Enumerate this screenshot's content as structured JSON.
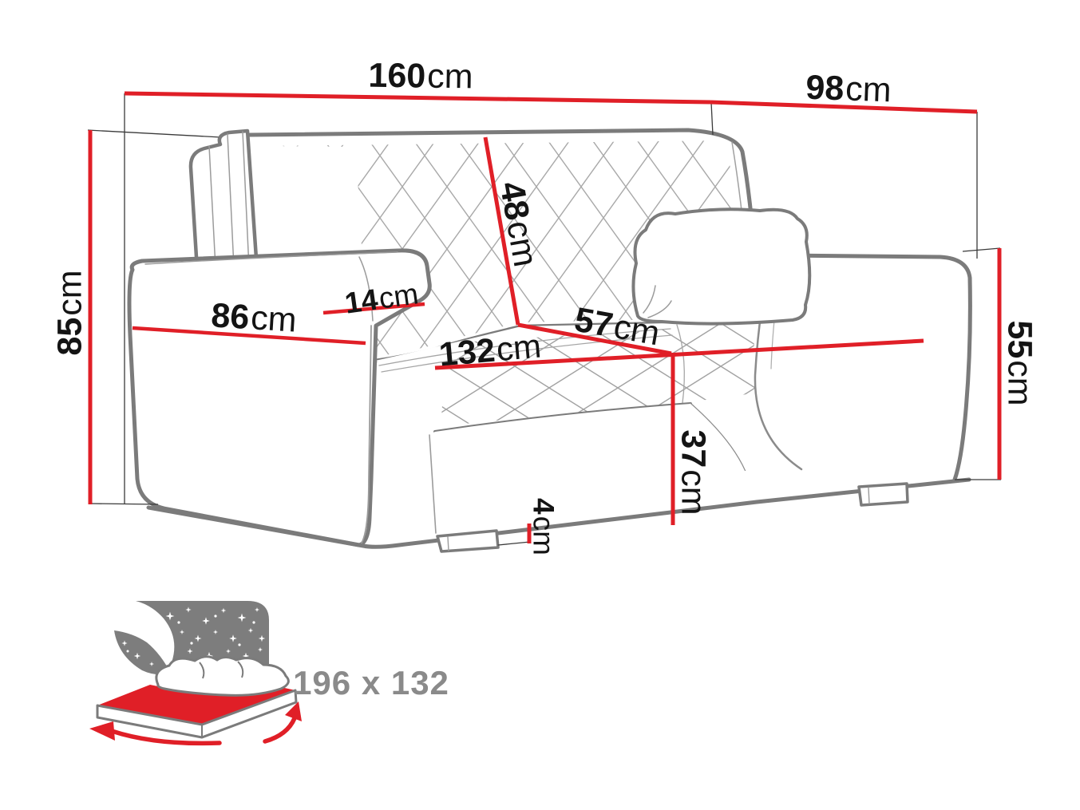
{
  "diagram": {
    "dims": {
      "total_width": {
        "value": "160",
        "unit": "cm"
      },
      "total_depth": {
        "value": "98",
        "unit": "cm"
      },
      "total_height": {
        "value": "85",
        "unit": "cm"
      },
      "backrest_height": {
        "value": "48",
        "unit": "cm"
      },
      "armrest_width": {
        "value": "14",
        "unit": "cm"
      },
      "armrest_depth": {
        "value": "86",
        "unit": "cm"
      },
      "seat_width": {
        "value": "132",
        "unit": "cm"
      },
      "seat_depth": {
        "value": "57",
        "unit": "cm"
      },
      "seat_height": {
        "value": "37",
        "unit": "cm"
      },
      "leg_height": {
        "value": "4",
        "unit": "cm"
      },
      "armrest_height": {
        "value": "55",
        "unit": "cm"
      }
    },
    "sleeping_area": {
      "label": "196 x 132"
    },
    "icons": {
      "sleep_function": "bed-under-starry-sky-icon"
    },
    "colors": {
      "dimension_red": "#e01f27",
      "outline_gray": "#7b7b7b",
      "icon_gray": "#7d7d7d",
      "text_dark": "#141414",
      "caption_gray": "#8a8a8a"
    }
  }
}
